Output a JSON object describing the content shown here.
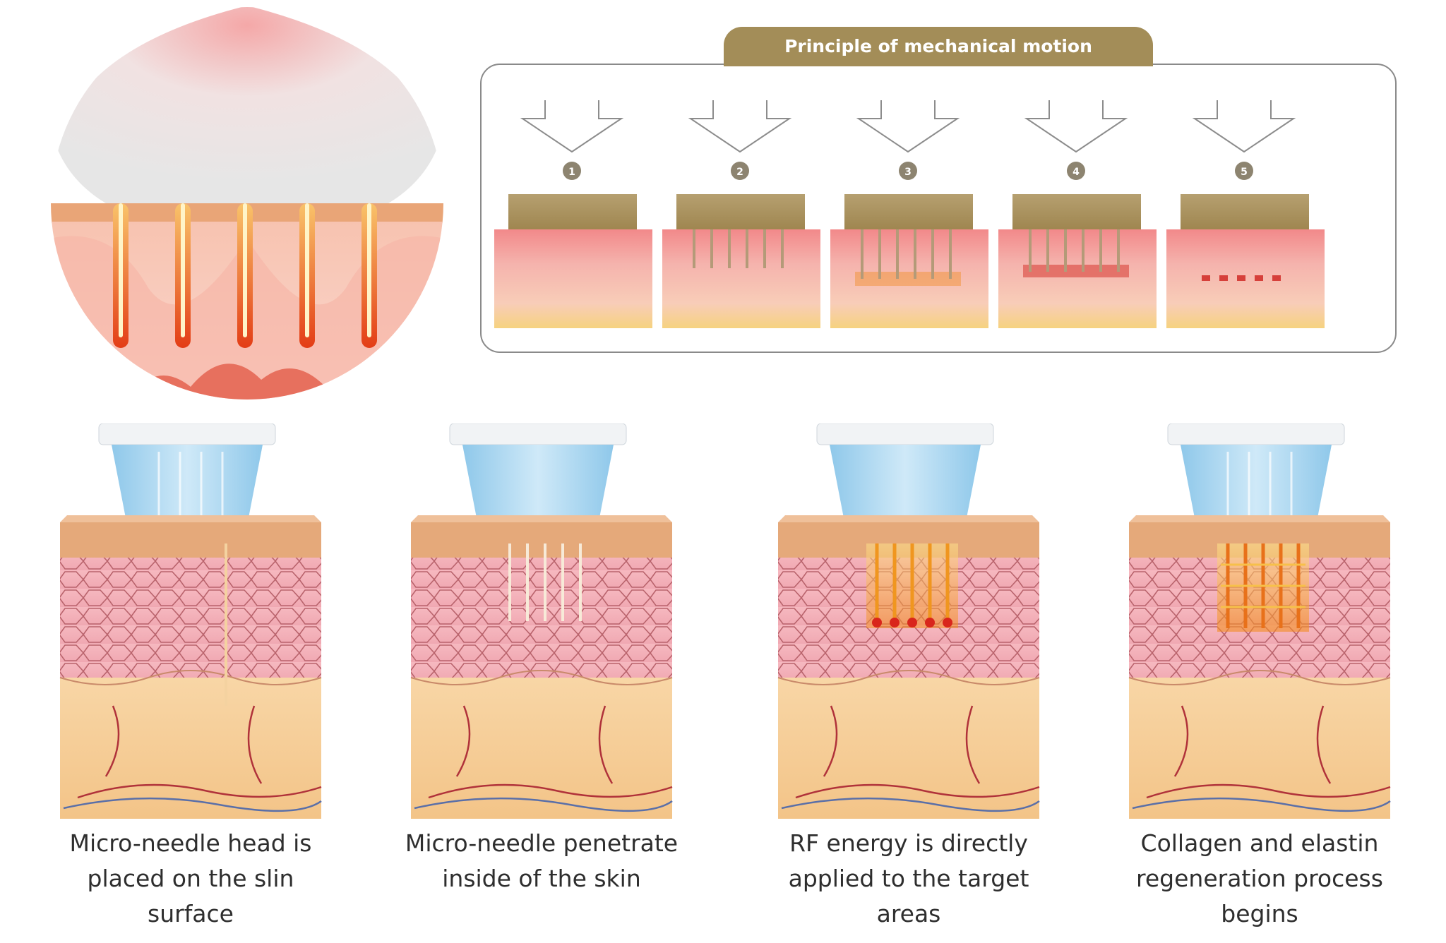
{
  "motion": {
    "title": "Principle of mechanical motion",
    "steps": [
      "1",
      "2",
      "3",
      "4",
      "5"
    ]
  },
  "stages": [
    {
      "caption": "Micro-needle head is\nplaced on the slin\nsurface"
    },
    {
      "caption": "Micro-needle penetrate\ninside of the skin"
    },
    {
      "caption": "RF energy is directly\napplied to the target\nareas"
    },
    {
      "caption": "Collagen and elastin\nregeneration process\nbegins"
    }
  ],
  "colors": {
    "gold": "#a38d58",
    "skin_pink": "#f2a7a0",
    "skin_tan": "#f6cf9a",
    "cup_blue": "#bfe0f3",
    "rf_orange": "#f5a623"
  }
}
